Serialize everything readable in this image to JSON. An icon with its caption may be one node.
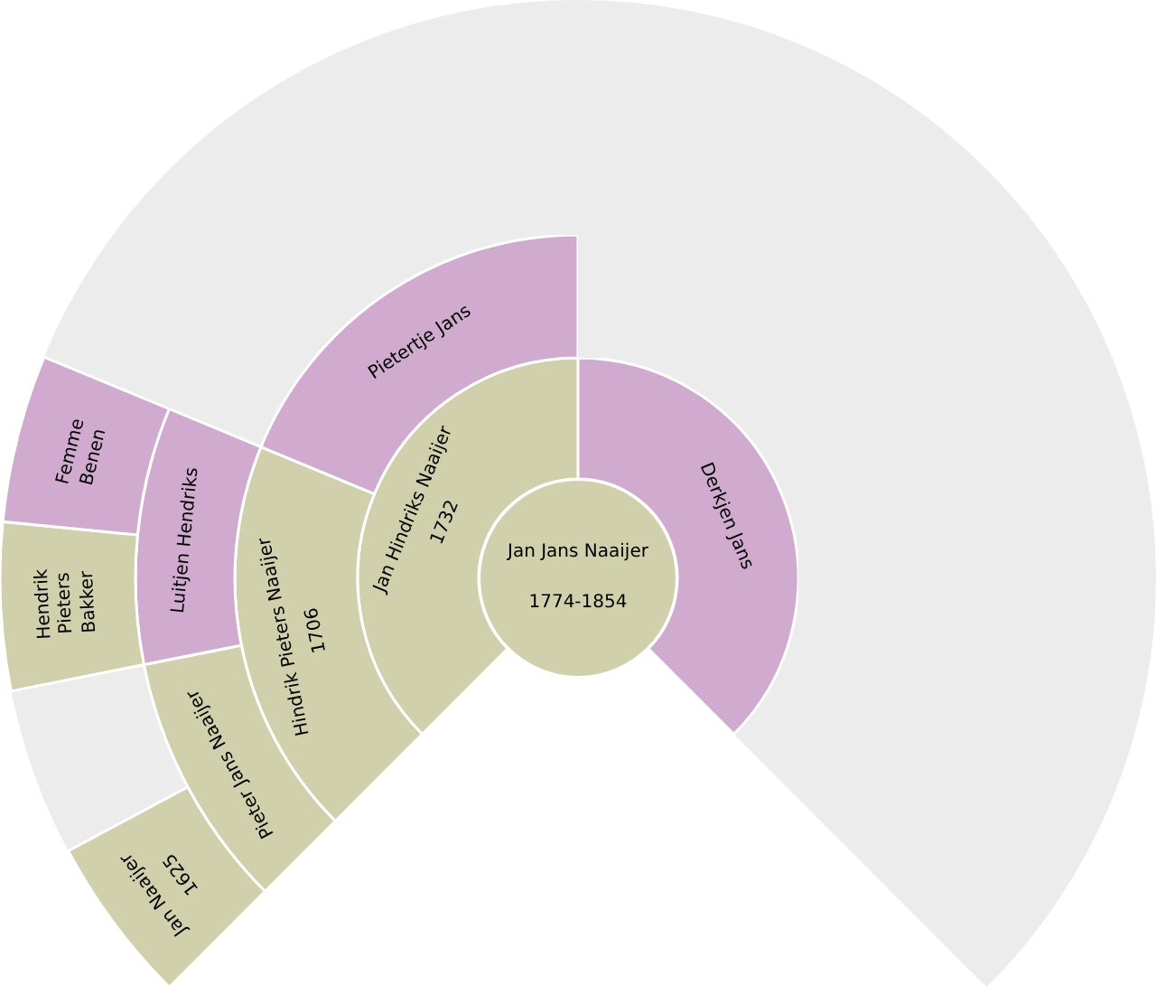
{
  "diagram": {
    "nodes": [
      {
        "text": [
          "Jan Jans Naaijer",
          "1774-1854"
        ]
      },
      {
        "text": [
          "Jan Hindriks Naaijer",
          "1732"
        ]
      },
      {
        "text": [
          "Derkjen Jans"
        ]
      },
      {
        "text": [
          "Hindrik Pieters Naaijer",
          "1706"
        ]
      },
      {
        "text": [
          "Pietertje Jans"
        ]
      },
      {
        "text": [
          "Pieter Jans Naaijer"
        ]
      },
      {
        "text": [
          "Luitjen Hendriks"
        ]
      },
      {
        "text": [
          "Jan Naaijer",
          "1625"
        ]
      },
      {
        "text": [
          "Hendrik Pieters Bakker"
        ]
      },
      {
        "text": [
          "Femme Benen"
        ]
      }
    ]
  }
}
